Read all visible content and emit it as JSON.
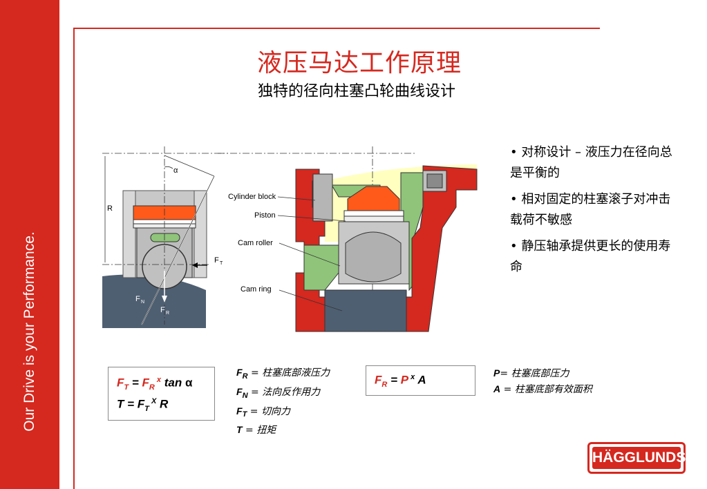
{
  "sidebar": {
    "tagline": "Our Drive is your Performance."
  },
  "header": {
    "title": "液压马达工作原理",
    "subtitle": "独特的径向柱塞凸轮曲线设计"
  },
  "bullets": [
    "• 对称设计 – 液压力在径向总是平衡的",
    "• 相对固定的柱塞滚子对冲击载荷不敏感",
    "• 静压轴承提供更长的使用寿命"
  ],
  "diagram_left": {
    "alpha": "α",
    "r": "R",
    "ft": "F",
    "ft_sub": "T",
    "fn": "F",
    "fn_sub": "N",
    "fr": "F",
    "fr_sub": "R"
  },
  "diagram_right": {
    "cylinder_block": "Cylinder block",
    "piston": "Piston",
    "cam_roller": "Cam roller",
    "cam_ring": "Cam ring"
  },
  "formula_box1": {
    "line1_a": "F",
    "line1_a_sub": "T",
    "line1_eq": " = ",
    "line1_b": "F",
    "line1_b_sub": "R",
    "line1_x": " x",
    "line1_tan": " tan ",
    "line1_alpha": "α",
    "line2_a": "T = F",
    "line2_a_sub": "T",
    "line2_x": " X",
    "line2_r": " R"
  },
  "legend1": [
    {
      "sym": "F",
      "sub": "R",
      "eq": " = ",
      "desc": "柱塞底部液压力"
    },
    {
      "sym": "F",
      "sub": "N",
      "eq": " = ",
      "desc": "法向反作用力"
    },
    {
      "sym": "F",
      "sub": "T",
      "eq": " = ",
      "desc": "切向力"
    },
    {
      "sym": "T",
      "sub": "",
      "eq": " = ",
      "desc": "扭矩"
    }
  ],
  "formula_box2": {
    "a": "F",
    "a_sub": "R",
    "eq": " = ",
    "p": "P",
    "x": " x",
    "aa": " A"
  },
  "legend2": [
    {
      "sym": "P",
      "eq": "= ",
      "desc": "柱塞底部压力"
    },
    {
      "sym": "A",
      "eq": " = ",
      "desc": "柱塞底部有效面积"
    }
  ],
  "logo": {
    "text": "HÄGGLUNDS"
  },
  "colors": {
    "brand_red": "#d5281f",
    "piston_orange": "#ff5a1a",
    "roller_gray": "#c0c0c0",
    "cam_blue": "#4f5f72",
    "green": "#8fc47a",
    "yellow": "#ffffc0"
  }
}
